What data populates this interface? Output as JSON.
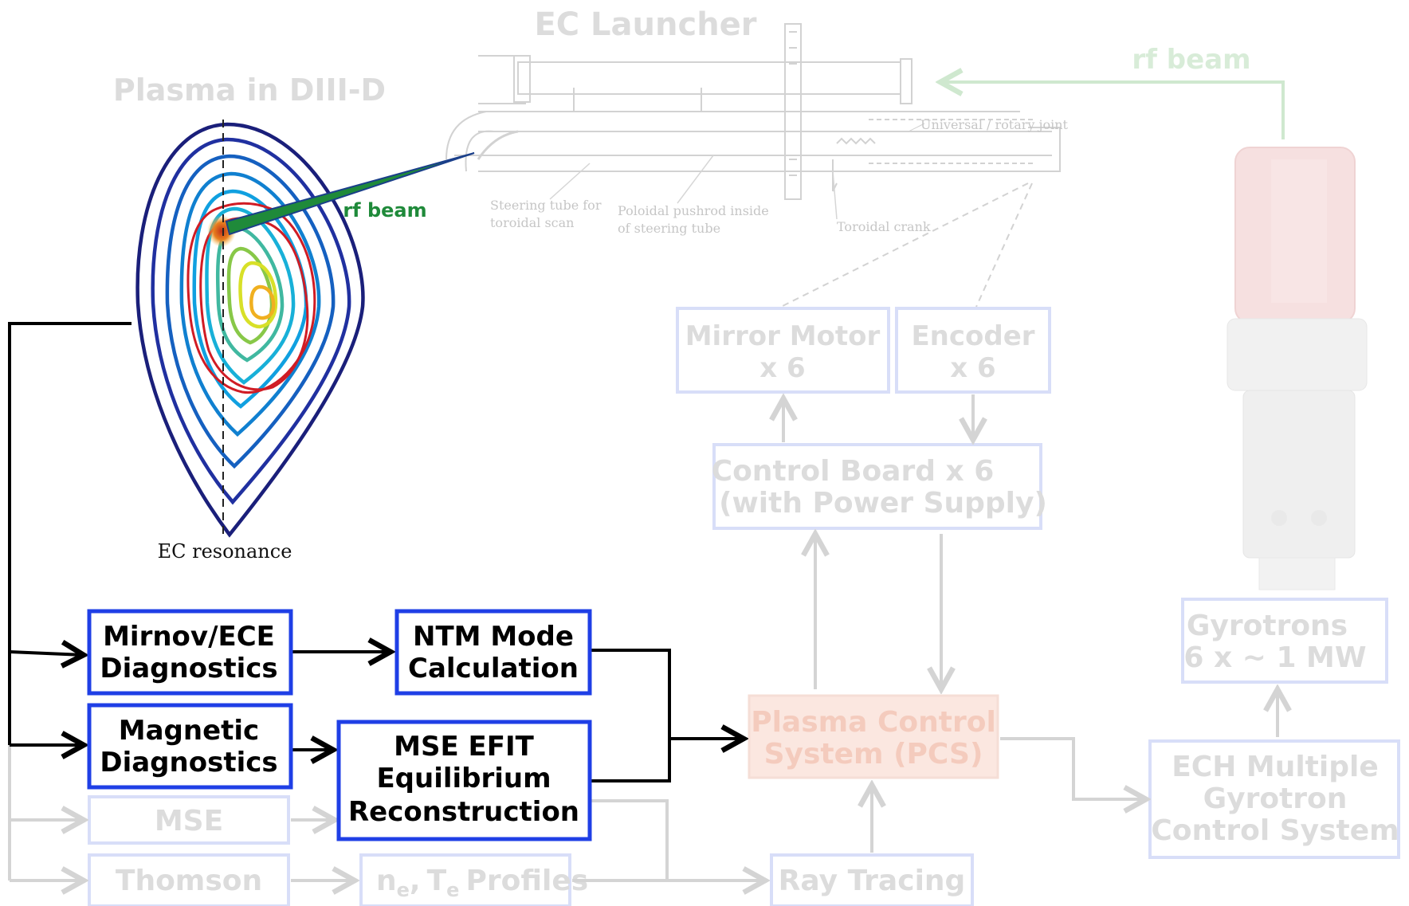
{
  "titles": {
    "ec_launcher": "EC Launcher",
    "plasma": "Plasma in DIII-D",
    "rf_beam_top": "rf beam",
    "rf_beam_label": "rf beam",
    "ec_resonance": "EC resonance"
  },
  "launcher_labels": {
    "universal_joint": "Universal / rotary joint",
    "steering_tube_1": "Steering tube for",
    "steering_tube_2": "toroidal scan",
    "pushrod_1": "Poloidal pushrod inside",
    "pushrod_2": "of steering tube",
    "crank": "Toroidal crank"
  },
  "faded_boxes": {
    "mirror_motor_1": "Mirror Motor",
    "mirror_motor_2": "x 6",
    "encoder_1": "Encoder",
    "encoder_2": "x 6",
    "control_board_1": "Control Board x 6",
    "control_board_2": "(with Power Supply)",
    "gyrotrons_1": "Gyrotrons",
    "gyrotrons_2": "6 x ~ 1 MW",
    "pcs_1": "Plasma Control",
    "pcs_2": "System (PCS)",
    "ech_1": "ECH Multiple",
    "ech_2": "Gyrotron",
    "ech_3": "Control System",
    "mse": "MSE",
    "thomson": "Thomson",
    "profiles_n": "n",
    "profiles_e1": "e",
    "profiles_comma": ",",
    "profiles_t": "T",
    "profiles_e2": "e",
    "profiles_rest": "Profiles",
    "ray_tracing": "Ray Tracing"
  },
  "active_boxes": {
    "mirnov_1": "Mirnov/ECE",
    "mirnov_2": "Diagnostics",
    "ntm_1": "NTM Mode",
    "ntm_2": "Calculation",
    "magnetic_1": "Magnetic",
    "magnetic_2": "Diagnostics",
    "mse_efit_1": "MSE EFIT",
    "mse_efit_2": "Equilibrium",
    "mse_efit_3": "Reconstruction"
  },
  "colors": {
    "active_border": "#1f3fe6",
    "faded_border": "#d8def8",
    "faded_text": "#dadada",
    "pcs_fill": "#fbe7e0",
    "pcs_text": "#f7cdbf",
    "rf_beam_green": "#1f8a3a",
    "arrow_black": "#000000",
    "faded_line": "#d4d4d4",
    "faded_green": "#cfe8cf"
  }
}
